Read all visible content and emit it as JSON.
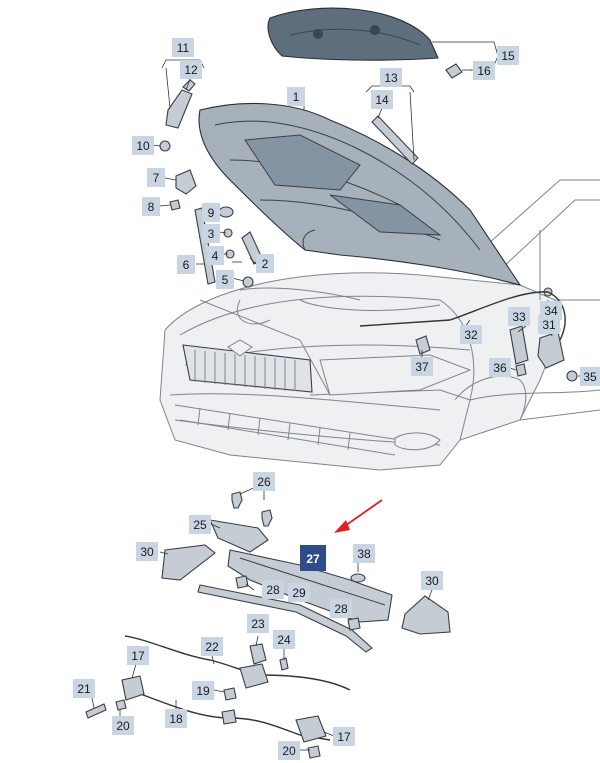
{
  "callouts": [
    {
      "id": "c1",
      "text": "1"
    },
    {
      "id": "c2",
      "text": "2"
    },
    {
      "id": "c3",
      "text": "3"
    },
    {
      "id": "c4",
      "text": "4"
    },
    {
      "id": "c5",
      "text": "5"
    },
    {
      "id": "c6",
      "text": "6"
    },
    {
      "id": "c7",
      "text": "7"
    },
    {
      "id": "c8",
      "text": "8"
    },
    {
      "id": "c9",
      "text": "9"
    },
    {
      "id": "c10",
      "text": "10"
    },
    {
      "id": "c11",
      "text": "11"
    },
    {
      "id": "c12",
      "text": "12"
    },
    {
      "id": "c13",
      "text": "13"
    },
    {
      "id": "c14",
      "text": "14"
    },
    {
      "id": "c15",
      "text": "15"
    },
    {
      "id": "c16",
      "text": "16"
    },
    {
      "id": "c17a",
      "text": "17"
    },
    {
      "id": "c17b",
      "text": "17"
    },
    {
      "id": "c18",
      "text": "18"
    },
    {
      "id": "c19",
      "text": "19"
    },
    {
      "id": "c20a",
      "text": "20"
    },
    {
      "id": "c20b",
      "text": "20"
    },
    {
      "id": "c21",
      "text": "21"
    },
    {
      "id": "c22",
      "text": "22"
    },
    {
      "id": "c23",
      "text": "23"
    },
    {
      "id": "c24",
      "text": "24"
    },
    {
      "id": "c25",
      "text": "25"
    },
    {
      "id": "c26",
      "text": "26"
    },
    {
      "id": "c27",
      "text": "27"
    },
    {
      "id": "c28a",
      "text": "28"
    },
    {
      "id": "c28b",
      "text": "28"
    },
    {
      "id": "c29",
      "text": "29"
    },
    {
      "id": "c30a",
      "text": "30"
    },
    {
      "id": "c30b",
      "text": "30"
    },
    {
      "id": "c31",
      "text": "31"
    },
    {
      "id": "c32",
      "text": "32"
    },
    {
      "id": "c33",
      "text": "33"
    },
    {
      "id": "c34",
      "text": "34"
    },
    {
      "id": "c35",
      "text": "35"
    },
    {
      "id": "c36",
      "text": "36"
    },
    {
      "id": "c37",
      "text": "37"
    },
    {
      "id": "c38",
      "text": "38"
    }
  ],
  "highlighted_callout": "27",
  "colors": {
    "callout_fill": "#c9d5e2",
    "highlight_fill": "#2e4c8a",
    "arrow": "#e02020",
    "part_fill": "#c5ccd3"
  }
}
